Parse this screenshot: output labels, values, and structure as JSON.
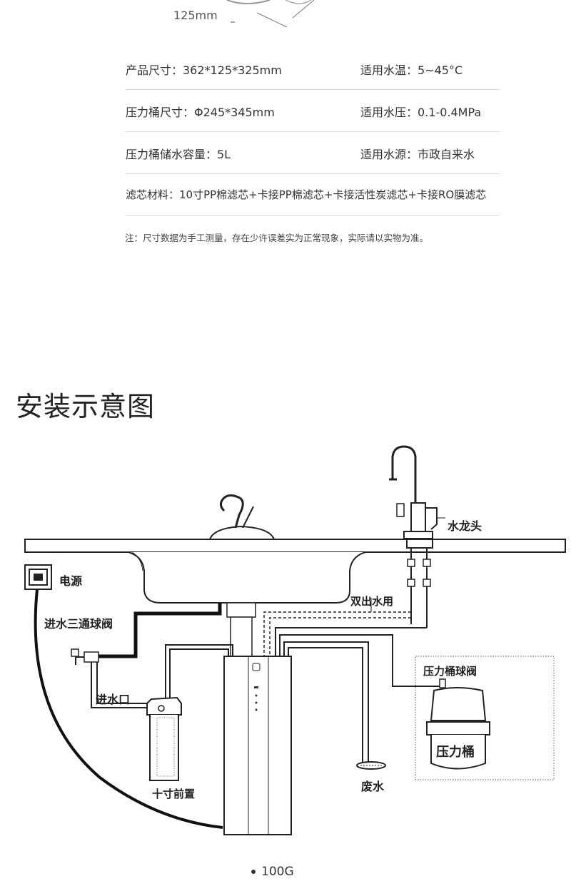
{
  "dimension_label": "125mm",
  "specs": [
    {
      "left": "产品尺寸：362*125*325mm",
      "right": "适用水温：5~45°C"
    },
    {
      "left": "压力桶尺寸：Φ245*345mm",
      "right": "适用水压：0.1-0.4MPa"
    },
    {
      "left": "压力桶储水容量：5L",
      "right": "适用水源：市政自来水"
    }
  ],
  "filter_materials": "滤芯材料：10寸PP棉滤芯+卡接PP棉滤芯+卡接活性炭滤芯+卡接RO膜滤芯",
  "note": "注：尺寸数据为手工测量，存在少许误差实为正常现象，实际请以实物为准。",
  "install_title": "安装示意图",
  "diagram": {
    "faucet": "水龙头",
    "power": "电源",
    "dual_outlet": "双出水用",
    "inlet_valve": "进水三通球阀",
    "tank_valve": "压力桶球阀",
    "inlet": "进水口",
    "tank": "压力桶",
    "waste": "废水",
    "prefilter": "十寸前置"
  },
  "model": "100G",
  "colors": {
    "line": "#222222",
    "pipe": "#444444",
    "divider": "#dddddd"
  }
}
